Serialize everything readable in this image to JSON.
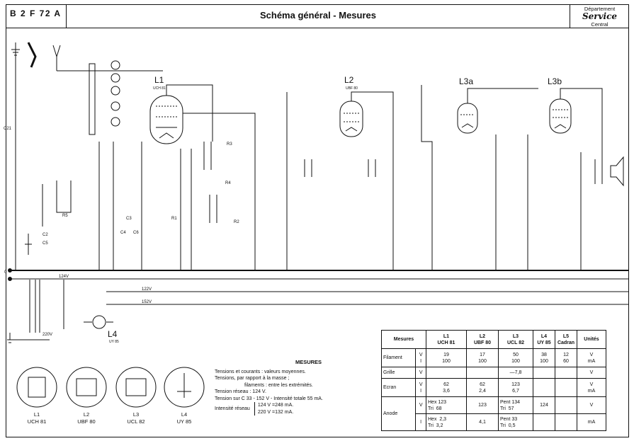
{
  "header": {
    "code": "B 2 F 72 A",
    "title": "Schéma général - Mesures",
    "dept_line1": "Département",
    "dept_service": "Service",
    "dept_line2": "Central"
  },
  "tubes": {
    "L1": {
      "label": "L1",
      "type": "UCH 81"
    },
    "L2": {
      "label": "L2",
      "type": "UBF 80"
    },
    "L3a": {
      "label": "L3a"
    },
    "L3b": {
      "label": "L3b"
    },
    "L4": {
      "label": "L4",
      "type": "UY 85"
    }
  },
  "pinouts": [
    {
      "label": "L1",
      "type": "UCH 81"
    },
    {
      "label": "L2",
      "type": "UBF 80"
    },
    {
      "label": "L3",
      "type": "UCL 82"
    },
    {
      "label": "L4",
      "type": "UY 85"
    }
  ],
  "schematic_labels": {
    "c_left": [
      "C21",
      "C2",
      "C3",
      "C4",
      "C5",
      "C6"
    ],
    "r_left": [
      "R1",
      "R2",
      "R3",
      "R4",
      "R5"
    ],
    "v124": "124V",
    "v122": "122V",
    "v152": "152V",
    "supply": "220V",
    "gnd": "0"
  },
  "measures": {
    "title": "MESURES",
    "lines": [
      "Tensions et courants : valeurs moyennes.",
      "Tensions, par rapport à la masse ;",
      "filaments : entre les extrémités.",
      "Tension réseau : 124 V.",
      "Tension sur C 33 - 152 V - Intensité totale 55 mA.",
      "Intensité réseau",
      "124 V =248 mA.",
      "220 V =132 mA."
    ]
  },
  "table": {
    "head": {
      "mesures": "Mesures",
      "cols": [
        {
          "tube": "L1",
          "type": "UCH 81"
        },
        {
          "tube": "L2",
          "type": "UBF 80"
        },
        {
          "tube": "L3",
          "type": "UCL 82"
        },
        {
          "tube": "L4",
          "type": "UY 85"
        },
        {
          "tube": "L5",
          "type": "Cadran"
        }
      ],
      "unites": "Unités"
    },
    "filament": {
      "label": "Filament",
      "vi": "V\nI",
      "l1": "19\n100",
      "l2": "17\n100",
      "l3": "50\n100",
      "l4": "38\n100",
      "l5": "12\n60",
      "u": "V\nmA"
    },
    "grille": {
      "label": "Grille",
      "vi": "V",
      "l3": "—7,8",
      "u": "V"
    },
    "ecran": {
      "label": "Ecran",
      "vi": "V\nI",
      "l1": "62\n3,6",
      "l2": "62\n2,4",
      "l3": "123\n6,7",
      "u": "V\nmA"
    },
    "anode_v": {
      "label": "Anode",
      "vi": "V",
      "l1": "Hex 123\nTri  68",
      "l2": "123",
      "l3": "Pent 134\nTri  57",
      "l4": "124",
      "u": "V"
    },
    "anode_i": {
      "vi": "I",
      "l1": "Hex  2,3\nTri  3,2",
      "l2": "4,1",
      "l3": "Pent 33\nTri  0,5",
      "u": "mA"
    }
  }
}
